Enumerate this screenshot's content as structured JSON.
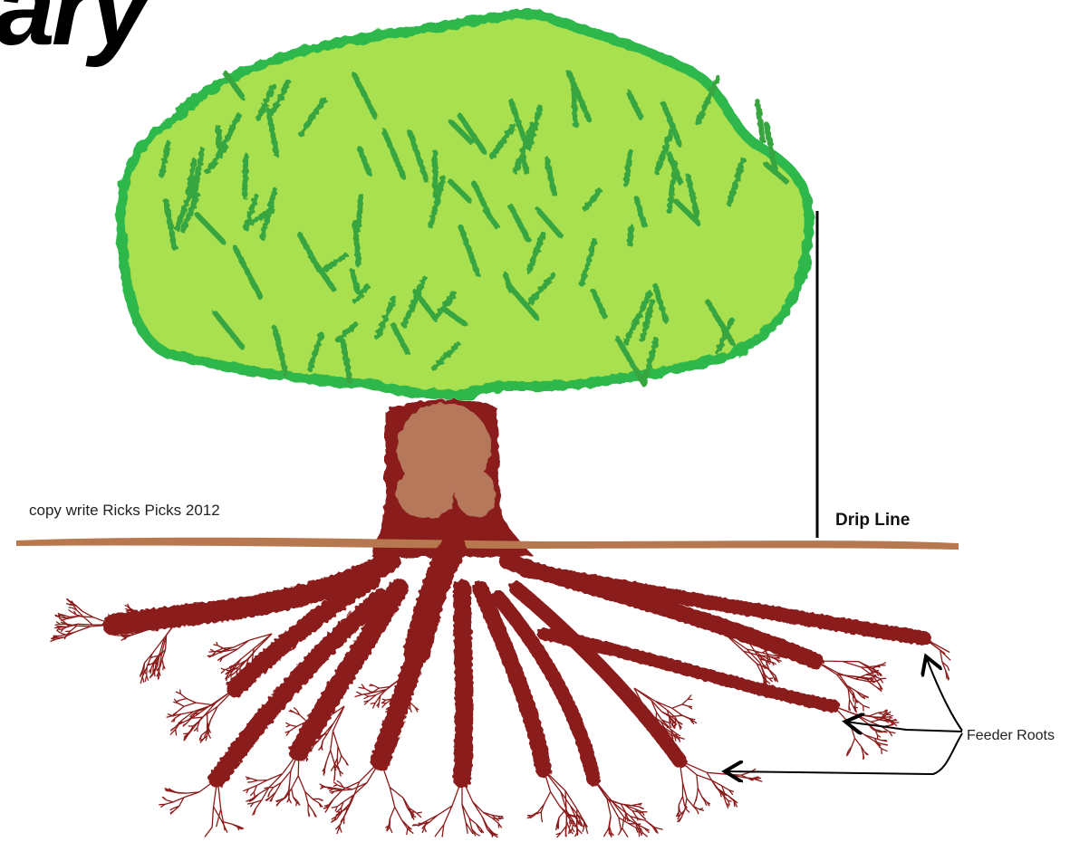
{
  "title_fragment": "ary",
  "copyright_text": "copy write Ricks Picks 2012",
  "labels": {
    "drip_line": "Drip Line",
    "feeder_roots": "Feeder Roots"
  },
  "colors": {
    "canopy_outline": "#2db84b",
    "canopy_fill": "#a9e04f",
    "canopy_texture": "#37a63f",
    "trunk_bark": "#8a1c1e",
    "trunk_patch": "#b5785a",
    "roots": "#8b1a1a",
    "ground": "#b8784f",
    "annotation": "#000000"
  }
}
